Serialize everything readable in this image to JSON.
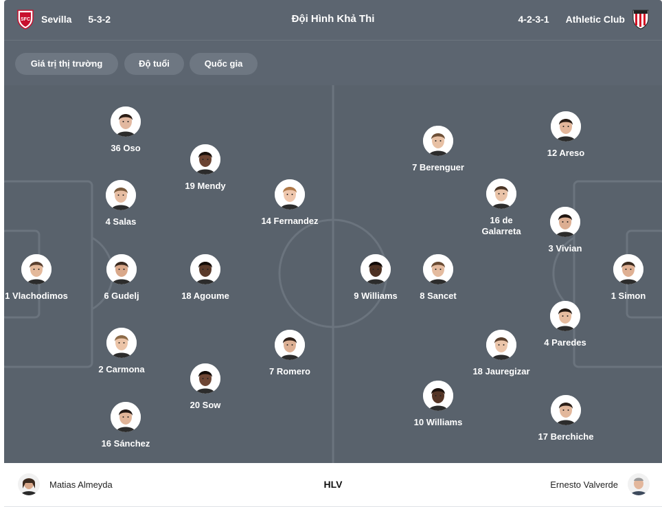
{
  "page_title": "Đội Hình Khả Thi",
  "home": {
    "name": "Sevilla",
    "formation": "5-3-2",
    "crest_icon": "sevilla-crest-icon",
    "color": "#c8102e",
    "players": [
      {
        "label": "36 Oso",
        "skin": "#e2b8a0",
        "hair": "#2b1d16"
      },
      {
        "label": "19 Mendy",
        "skin": "#6b4331",
        "hair": "#1a110c"
      },
      {
        "label": "4 Salas",
        "skin": "#e6bda2",
        "hair": "#7a5a3c"
      },
      {
        "label": "14 Fernandez",
        "skin": "#efc7ad",
        "hair": "#b07a4a"
      },
      {
        "label": "1 Vlachodimos",
        "skin": "#e4b99b",
        "hair": "#5a4030"
      },
      {
        "label": "6 Gudelj",
        "skin": "#d9a88a",
        "hair": "#3a2a20"
      },
      {
        "label": "18 Agoume",
        "skin": "#5a3a2a",
        "hair": "#150d09"
      },
      {
        "label": "2 Carmona",
        "skin": "#ebc4a8",
        "hair": "#8c6a48"
      },
      {
        "label": "7 Romero",
        "skin": "#ddb094",
        "hair": "#2e2018"
      },
      {
        "label": "20 Sow",
        "skin": "#6e4634",
        "hair": "#120b07"
      },
      {
        "label": "16 Sánchez",
        "skin": "#e0b498",
        "hair": "#221814"
      }
    ]
  },
  "away": {
    "name": "Athletic Club",
    "formation": "4-2-3-1",
    "crest_icon": "athletic-club-crest-icon",
    "color": "#d40f24",
    "players": [
      {
        "label": "12 Areso",
        "skin": "#e3b69a",
        "hair": "#2a1e17"
      },
      {
        "label": "7 Berenguer",
        "skin": "#e7c0a4",
        "hair": "#6e5038"
      },
      {
        "label": "16 de Galarreta",
        "skin": "#e9c3a8",
        "hair": "#4a3526"
      },
      {
        "label": "3 Vivian",
        "skin": "#dcae92",
        "hair": "#1e1511"
      },
      {
        "label": "9 Williams",
        "skin": "#4e3122",
        "hair": "#120b08"
      },
      {
        "label": "8 Sancet",
        "skin": "#e4bb9f",
        "hair": "#6a4c34"
      },
      {
        "label": "1 Simon",
        "skin": "#dfb093",
        "hair": "#3b2b20"
      },
      {
        "label": "4 Paredes",
        "skin": "#e6bc9f",
        "hair": "#221812"
      },
      {
        "label": "18 Jauregizar",
        "skin": "#ebc5aa",
        "hair": "#5a3f2c"
      },
      {
        "label": "10 Williams",
        "skin": "#553526",
        "hair": "#1a100b"
      },
      {
        "label": "17 Berchiche",
        "skin": "#e2b79b",
        "hair": "#2c2019"
      }
    ]
  },
  "tabs": [
    "Giá trị thị trường",
    "Độ tuổi",
    "Quốc gia"
  ],
  "coaches": {
    "label": "HLV",
    "home": {
      "name": "Matias Almeyda",
      "icon": "coach-avatar-icon"
    },
    "away": {
      "name": "Ernesto Valverde",
      "icon": "coach-avatar-icon"
    }
  },
  "colors": {
    "header_bg": "#5c6570",
    "pitch_bg": "#59626c",
    "pitch_lines": "#6b747e",
    "tab_bg": "#6e7782"
  }
}
